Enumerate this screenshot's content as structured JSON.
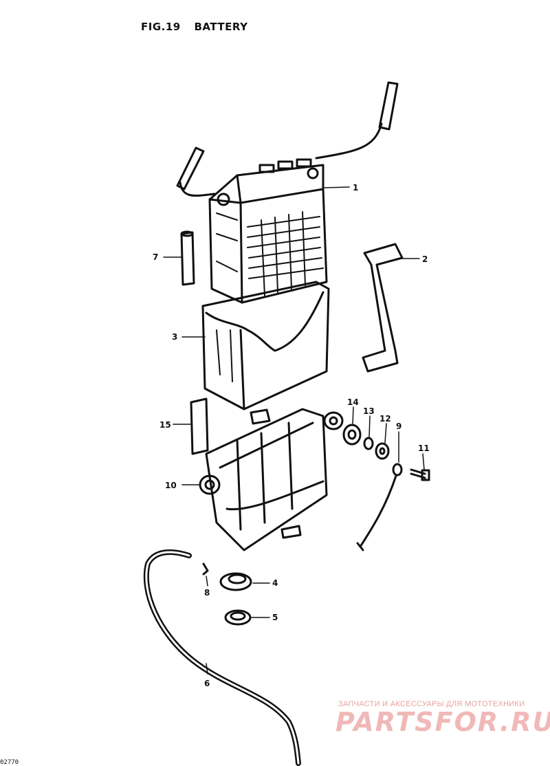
{
  "figure": {
    "fig_label": "FIG.19",
    "title": "BATTERY"
  },
  "callouts": [
    "1",
    "2",
    "3",
    "4",
    "5",
    "6",
    "7",
    "8",
    "9",
    "10",
    "11",
    "12",
    "13",
    "14",
    "15"
  ],
  "watermark": {
    "tagline": "ЗАПЧАСТИ И АКСЕССУАРЫ ДЛЯ МОТОТЕХНИКИ",
    "logo": "PARTSFOR.RU"
  },
  "corner_code": "02770"
}
